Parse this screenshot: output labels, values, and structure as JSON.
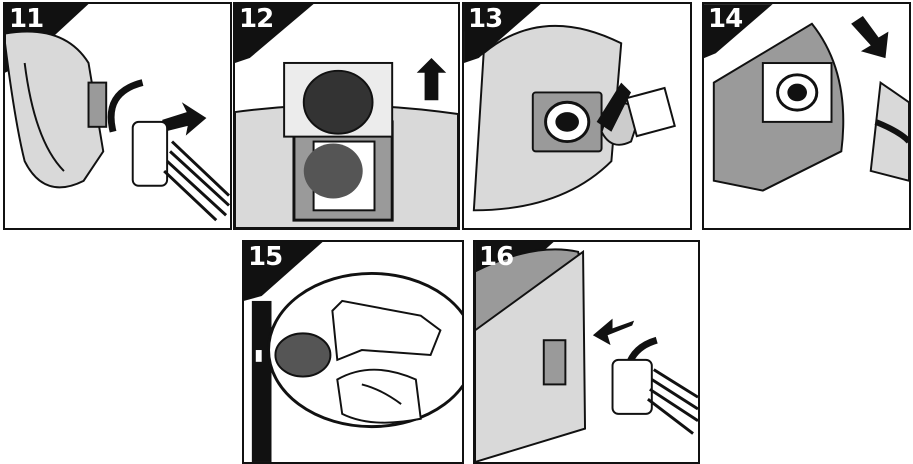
{
  "steps": [
    {
      "number": "11",
      "icon": "unscrew-hose-from-tank-illustration"
    },
    {
      "number": "12",
      "icon": "lift-filter-cage-illustration"
    },
    {
      "number": "13",
      "icon": "remove-dust-bag-collar-illustration"
    },
    {
      "number": "14",
      "icon": "insert-new-dust-bag-illustration"
    },
    {
      "number": "15",
      "icon": "clean-filter-by-hand-illustration"
    },
    {
      "number": "16",
      "icon": "reattach-hose-to-tank-illustration"
    }
  ],
  "colors": {
    "ink": "#111111",
    "shade": "#9a9a9a",
    "light": "#d9d9d9",
    "paper": "#ffffff"
  }
}
